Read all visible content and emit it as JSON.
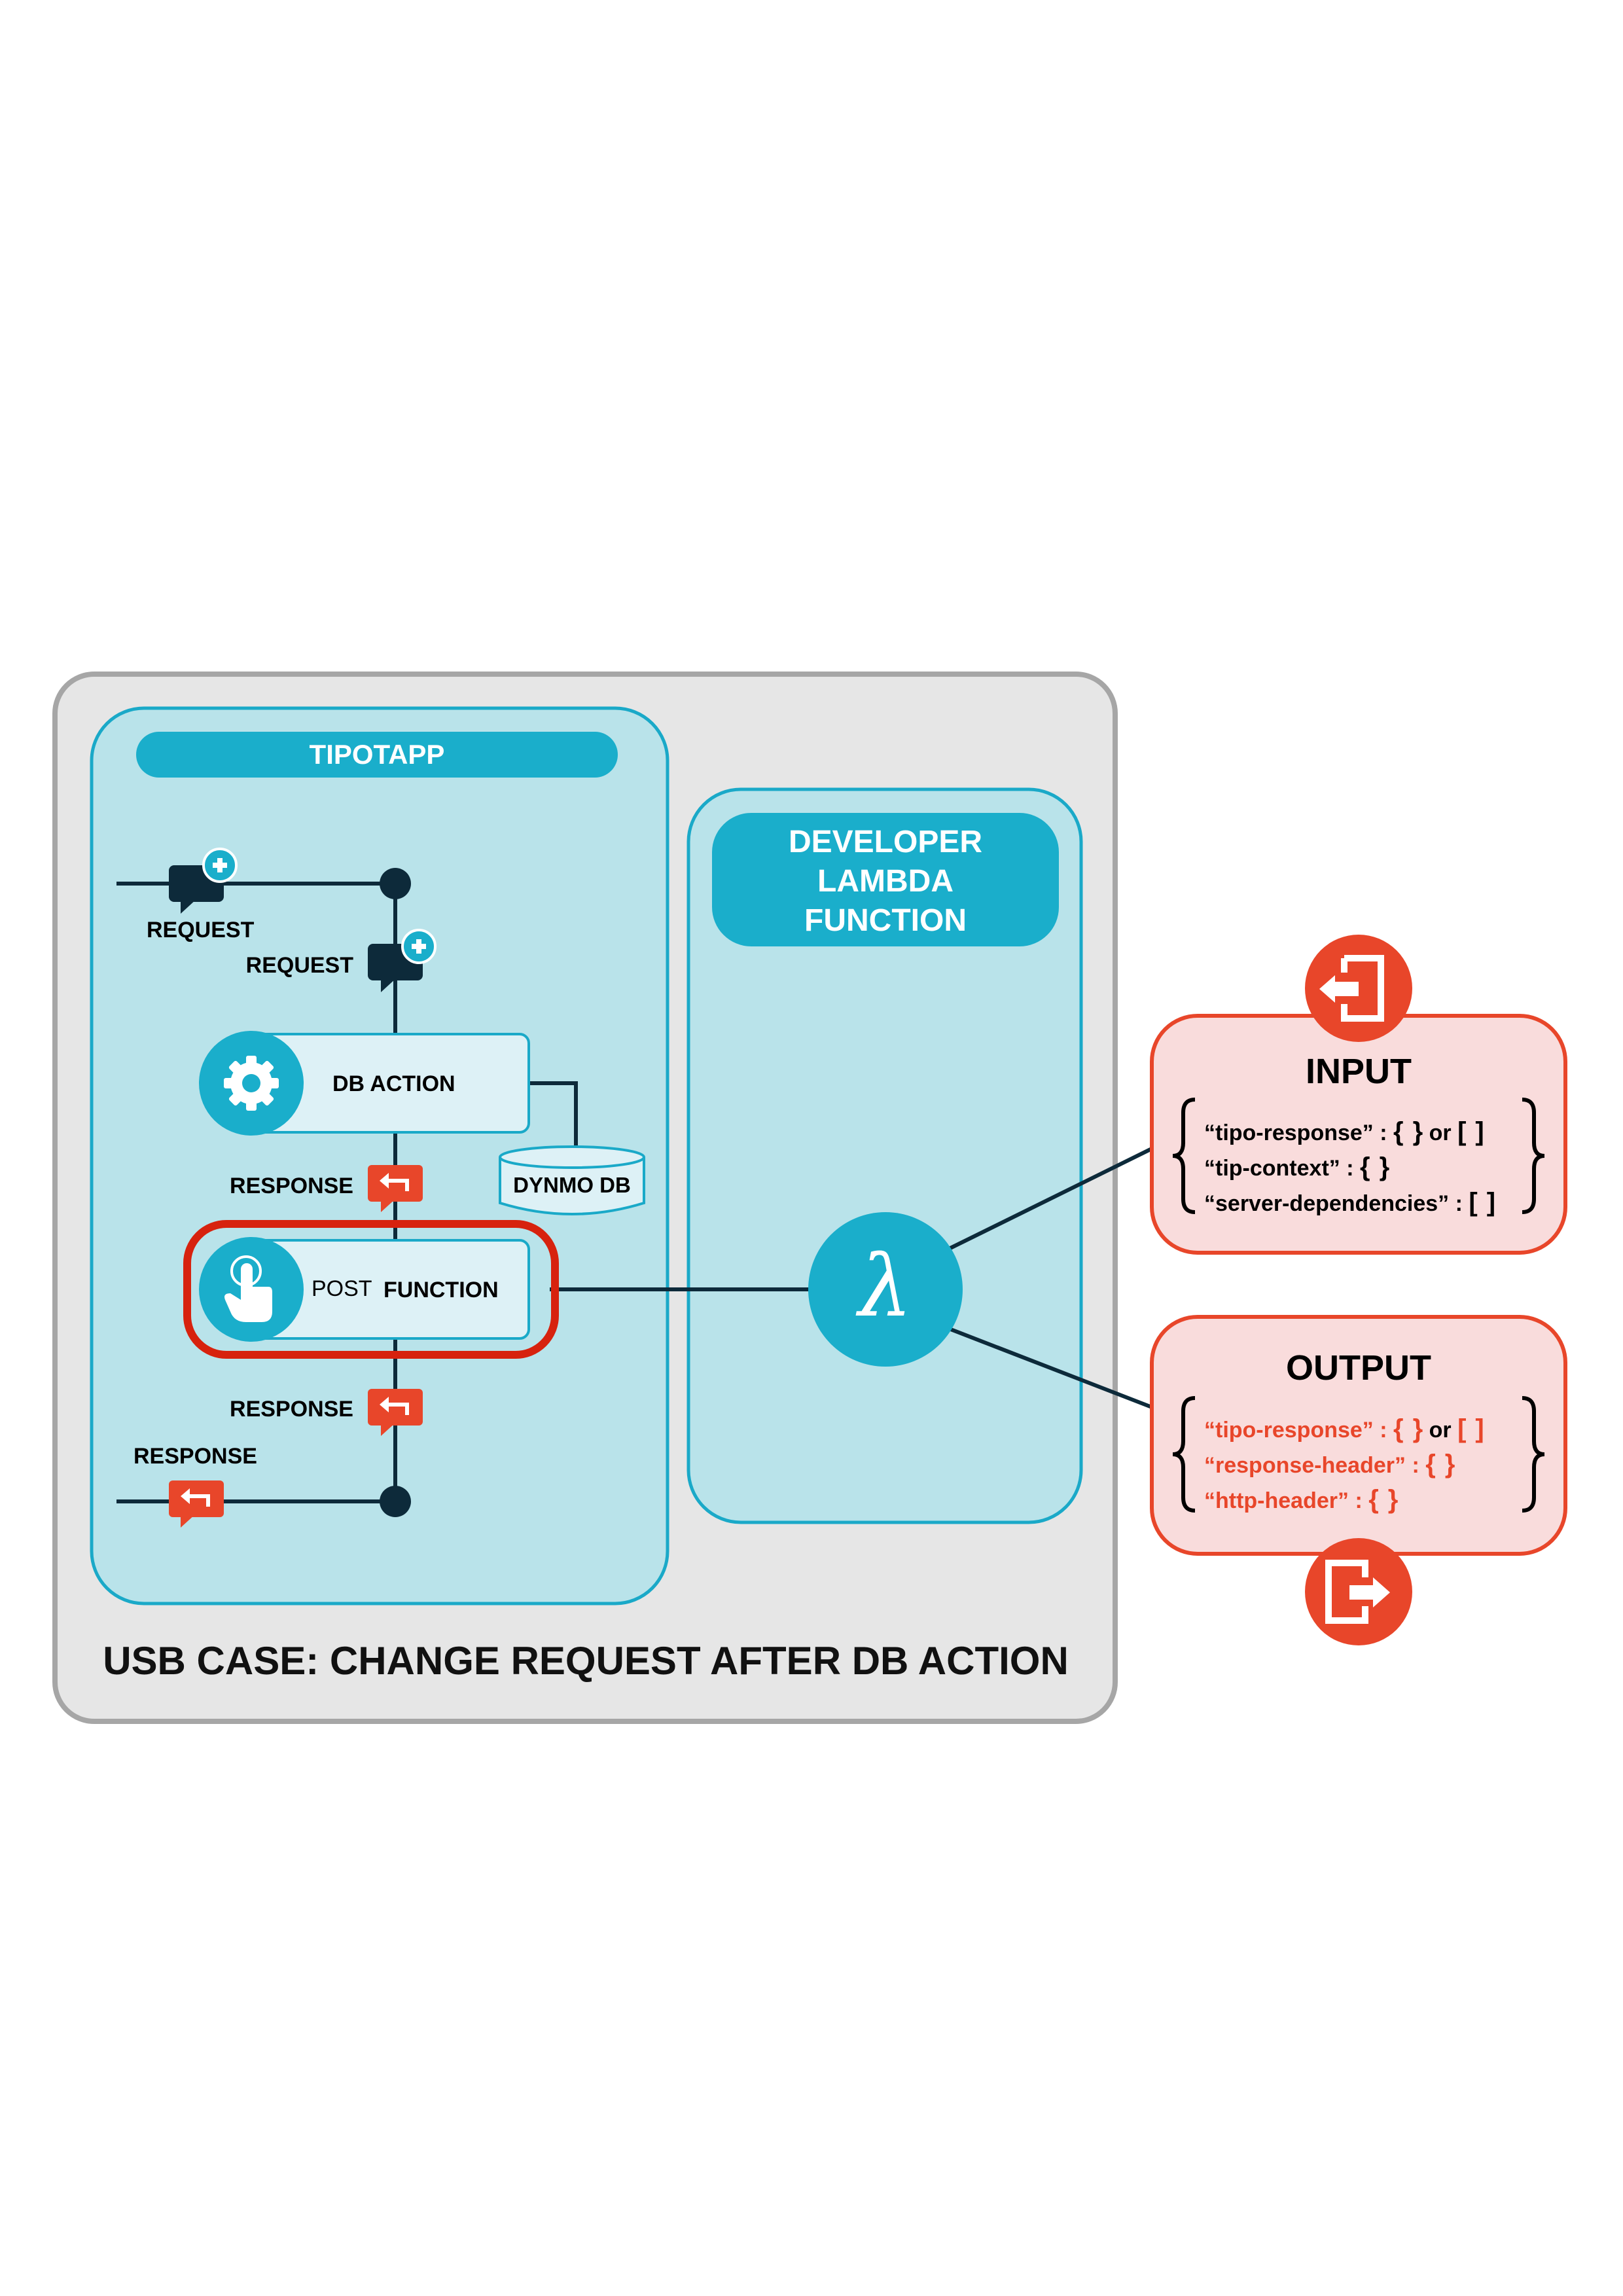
{
  "diagram": {
    "outer_title": "USB CASE: CHANGE REQUEST AFTER DB ACTION",
    "tipotapp": {
      "title": "TIPOTAPP",
      "request_top": "REQUEST",
      "request_inner": "REQUEST",
      "db_action": "DB ACTION",
      "dynmo_db": "DYNMO DB",
      "response_after_db": "RESPONSE",
      "post_prefix": "POST",
      "post_function": "FUNCTION",
      "response_after_post": "RESPONSE",
      "response_bottom": "RESPONSE"
    },
    "lambda": {
      "title_line1": "DEVELOPER",
      "title_line2": "LAMBDA",
      "title_line3": "FUNCTION",
      "symbol": "λ"
    },
    "input": {
      "title": "INPUT",
      "lines": [
        {
          "key": "“tipo-response” : ",
          "b1": "{",
          "b1c": "}",
          "or": " or ",
          "b2": "[",
          "b2c": "]"
        },
        {
          "key": "“tip-context” : ",
          "b1": "{",
          "b1c": "}"
        },
        {
          "key": "“server-dependencies” : ",
          "b2": "[",
          "b2c": "]"
        }
      ]
    },
    "output": {
      "title": "OUTPUT",
      "lines": [
        {
          "key": "“tipo-response” : ",
          "b1": "{",
          "b1c": "}",
          "or": " or ",
          "b2": "[",
          "b2c": "]"
        },
        {
          "key": "“response-header” : ",
          "b1": "{",
          "b1c": "}"
        },
        {
          "key": "“http-header” : ",
          "b1": "{",
          "b1c": "}"
        }
      ]
    }
  },
  "colors": {
    "outer_bg": "#e6e6e6",
    "outer_border": "#a6a6a6",
    "panel_bg": "#b9e3ea",
    "panel_border": "#1aa9c8",
    "accent": "#1aaecb",
    "dark": "#0d2a3a",
    "orange": "#e8462a",
    "pink_bg": "#f9dcdc",
    "highlight": "#d7220e"
  },
  "icons": [
    "chat-plus-icon",
    "gear-icon",
    "database-icon",
    "reply-icon",
    "hand-pointer-icon",
    "lambda-icon",
    "sign-in-icon",
    "sign-out-icon"
  ]
}
